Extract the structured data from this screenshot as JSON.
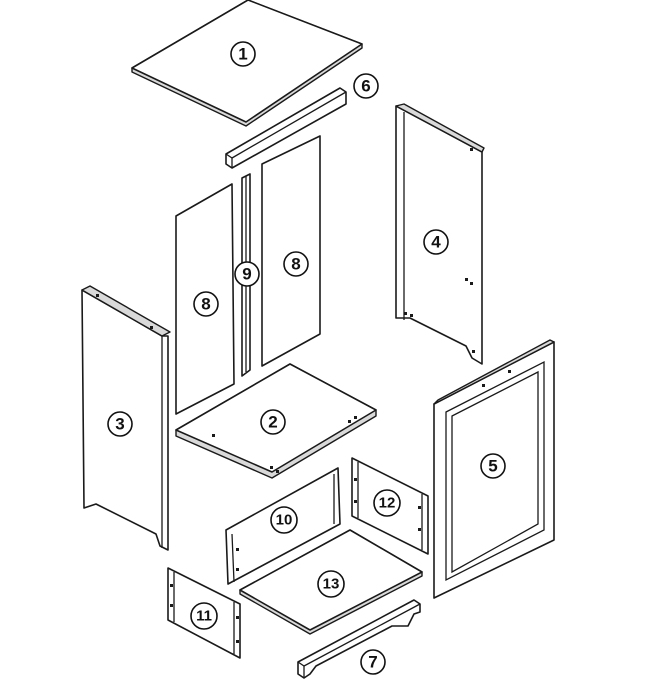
{
  "diagram": {
    "parts": [
      {
        "id": "part-1",
        "label": "1"
      },
      {
        "id": "part-2",
        "label": "2"
      },
      {
        "id": "part-3",
        "label": "3"
      },
      {
        "id": "part-4",
        "label": "4"
      },
      {
        "id": "part-5",
        "label": "5"
      },
      {
        "id": "part-6",
        "label": "6"
      },
      {
        "id": "part-7",
        "label": "7"
      },
      {
        "id": "part-8a",
        "label": "8"
      },
      {
        "id": "part-8b",
        "label": "8"
      },
      {
        "id": "part-9",
        "label": "9"
      },
      {
        "id": "part-10",
        "label": "10"
      },
      {
        "id": "part-11",
        "label": "11"
      },
      {
        "id": "part-12",
        "label": "12"
      },
      {
        "id": "part-13",
        "label": "13"
      }
    ]
  }
}
